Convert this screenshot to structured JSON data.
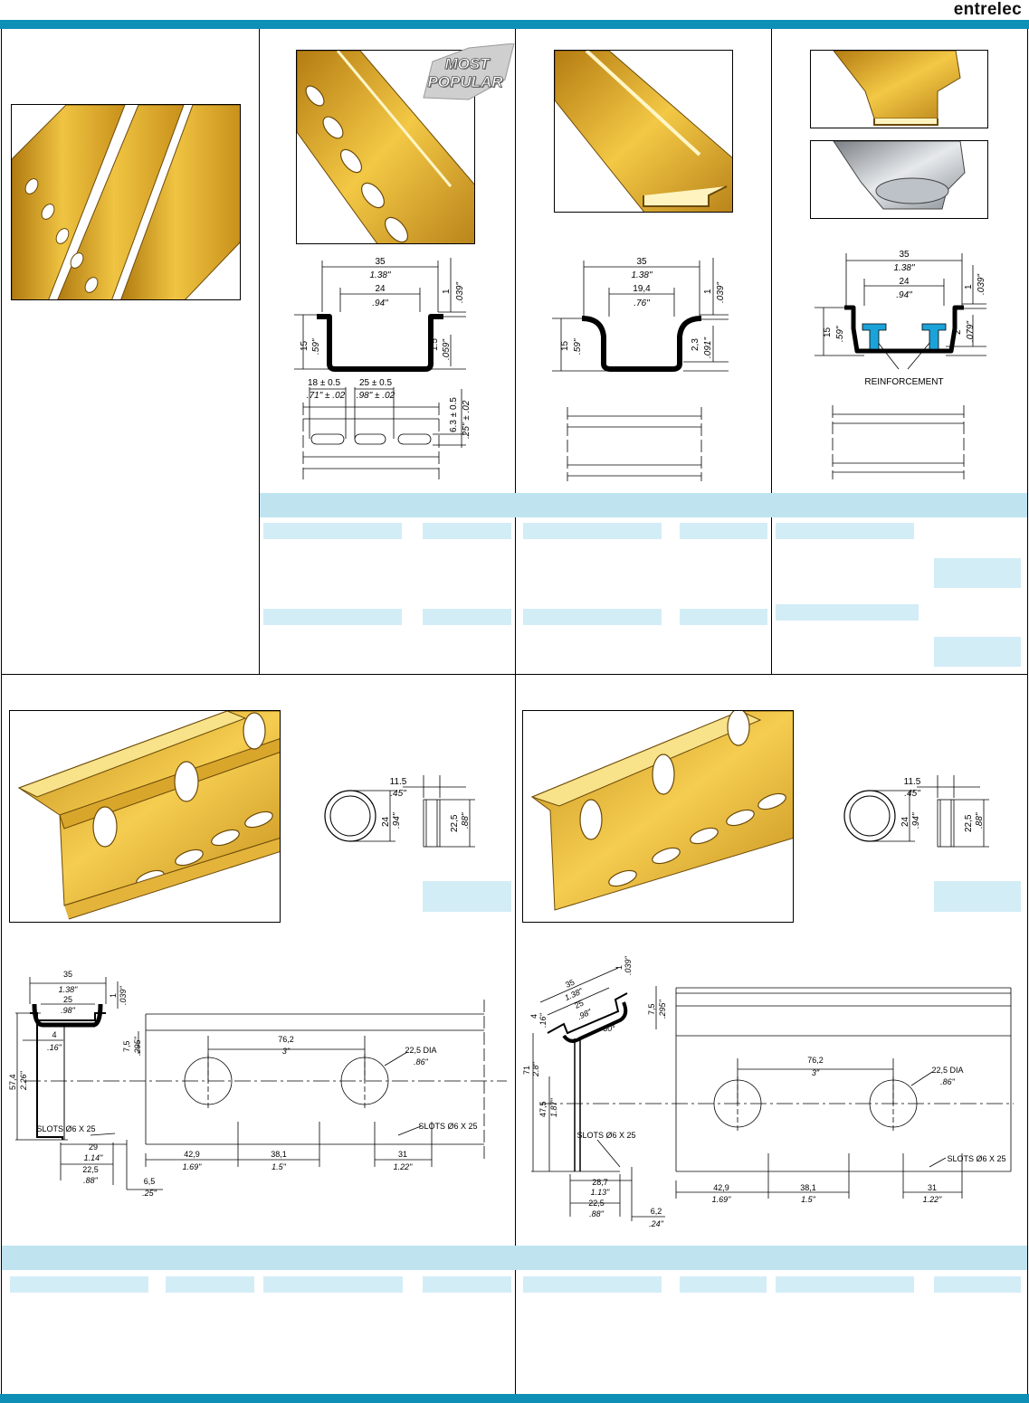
{
  "brand": "entrelec",
  "colors": {
    "accent": "#0e8fb6",
    "band": "#bfe4f0",
    "cell": "#d3edf6",
    "rail": "#d9a11f",
    "reinforcement": "#1ba3d9"
  },
  "badge": {
    "line1": "MOST",
    "line2": "POPULAR"
  },
  "panel1": {
    "w": "35",
    "w_in": "1.38\"",
    "inner": "24",
    "inner_in": ".94\"",
    "h": "15",
    "h_in": ".59\"",
    "t": "1",
    "t_in": ".039\"",
    "t2": "1.5",
    "t2_in": ".059\"",
    "slot_pitch": "18 ± 0.5",
    "slot_pitch_in": ".71\" ± .02",
    "slot_len": "25 ± 0.5",
    "slot_len_in": ".98\" ± .02",
    "slot_w": "6.3 ± 0.5",
    "slot_w_in": ".25\" ± .02"
  },
  "panel2": {
    "w": "35",
    "w_in": "1.38\"",
    "inner": "19,4",
    "inner_in": ".76\"",
    "h": "15",
    "h_in": ".59\"",
    "t": "1",
    "t_in": ".039\"",
    "t2": "2,3",
    "t2_in": ".091\""
  },
  "panel3": {
    "w": "35",
    "w_in": "1.38\"",
    "inner": "24",
    "inner_in": ".94\"",
    "h": "15",
    "h_in": ".59\"",
    "t": "1",
    "t_in": ".039\"",
    "t2": "2",
    "t2_in": ".079\"",
    "reinforcement": "REINFORCEMENT"
  },
  "clamp": {
    "a": "11.5",
    "a_in": ".45\"",
    "d": "24",
    "d_in": ".94\"",
    "h": "22,5",
    "h_in": ".88\""
  },
  "g1": {
    "w": "35",
    "w_in": "1.38\"",
    "inner": "25",
    "inner_in": ".98\"",
    "t": "1",
    "t_in": ".039\"",
    "lip": "4",
    "lip_in": ".16\"",
    "depth": "7,5",
    "depth_in": ".295\"",
    "height": "57,4",
    "height_in": "2.26\"",
    "slots": "SLOTS Ø6 X 25",
    "base": "29",
    "base_in": "1.14\"",
    "base2": "22,5",
    "base2_in": ".88\"",
    "gap": "6,5",
    "gap_in": ".25\"",
    "pitch": "76,2",
    "pitch_in": "3\"",
    "dia": "22,5 DIA",
    "dia_in": ".86\"",
    "d1": "42,9",
    "d1_in": "1.69\"",
    "d2": "38,1",
    "d2_in": "1.5\"",
    "d3": "31",
    "d3_in": "1.22\""
  },
  "g2": {
    "w": "35",
    "w_in": "1.38\"",
    "inner": "25",
    "inner_in": ".98\"",
    "t": "1",
    "t_in": ".039\"",
    "lip": "4",
    "lip_in": ".16\"",
    "depth": "7,5",
    "depth_in": ".295\"",
    "height": "71",
    "height_in": "2.8\"",
    "height2": "47,5",
    "height2_in": "1.87\"",
    "angle": "30°",
    "slots": "SLOTS Ø6 X 25",
    "base": "28,7",
    "base_in": "1.13\"",
    "base2": "22,5",
    "base2_in": ".88\"",
    "gap": "6,2",
    "gap_in": ".24\"",
    "pitch": "76,2",
    "pitch_in": "3\"",
    "dia": "22,5 DIA",
    "dia_in": ".86\"",
    "d1": "42,9",
    "d1_in": "1.69\"",
    "d2": "38,1",
    "d2_in": "1.5\"",
    "d3": "31",
    "d3_in": "1.22\""
  }
}
